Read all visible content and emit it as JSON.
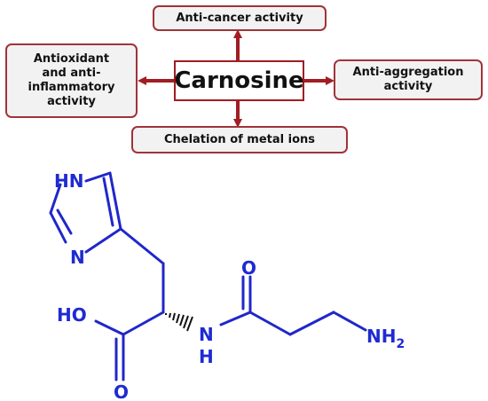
{
  "center": {
    "label": "Carnosine"
  },
  "activities": {
    "top": "Anti-cancer activity",
    "left": [
      "Antioxidant",
      "and anti-",
      "inflammatory",
      "activity"
    ],
    "right": [
      "Anti-aggregation",
      "activity"
    ],
    "bottom": "Chelation of metal ions"
  },
  "molecule": {
    "atoms": {
      "hn": "HN",
      "n_ring": "N",
      "o_top": "O",
      "ho": "HO",
      "nh_n": "N",
      "nh_h": "H",
      "o_bottom": "O",
      "nh2": "NH",
      "nh2_sub": "2"
    }
  },
  "colors": {
    "arrow": "#a11d21",
    "box_border": "#a0333a",
    "bond": "#2027c9",
    "atom": "#1f2bd1"
  }
}
